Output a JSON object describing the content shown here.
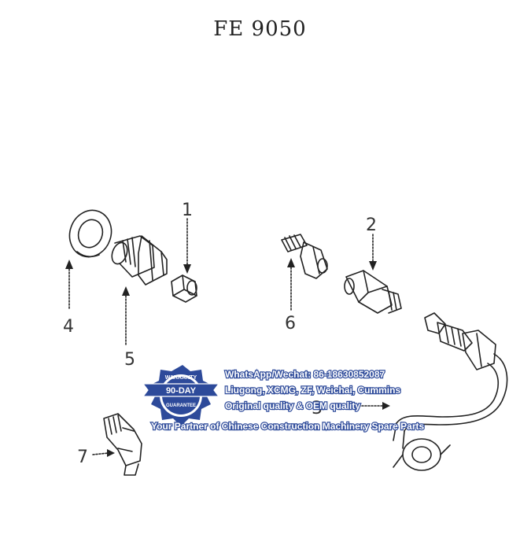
{
  "title": "FE  9050",
  "callouts": {
    "c1": "1",
    "c2": "2",
    "c3": "3",
    "c4": "4",
    "c5": "5",
    "c6": "6",
    "c7": "7"
  },
  "watermark": {
    "badge_top": "WARRANTY",
    "badge_mid": "90-DAY",
    "badge_bottom": "GUARANTEE",
    "line1": "WhatsApp/Wechat: 86-18630852087",
    "line2": "Liugong, XCMG, ZF, Weichai, Cummins",
    "line3": "Original quality & OEM quality",
    "line4": "Your Partner of Chinese Construction Machinery Spare Parts",
    "color": "#2d4a9a"
  }
}
